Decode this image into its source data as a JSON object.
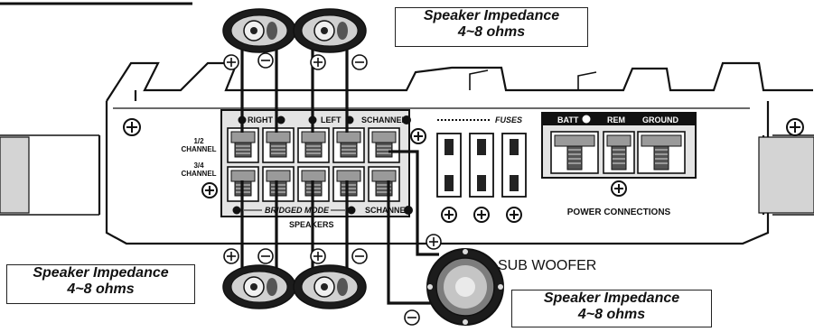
{
  "impedance_boxes": [
    {
      "line1": "Speaker Impedance",
      "line2": "4~8 ohms"
    },
    {
      "line1": "Speaker Impedance",
      "line2": "4~8 ohms"
    },
    {
      "line1": "Speaker Impedance",
      "line2": "4~8 ohms"
    }
  ],
  "labels": {
    "right": "RIGHT",
    "left": "LEFT",
    "schannel": "SCHANNEL",
    "channel_12": "1/2\nCHANNEL",
    "channel_34": "3/4\nCHANNEL",
    "bridged_mode": "BRIDGED MODE",
    "speakers": "SPEAKERS",
    "fuses": "FUSES",
    "batt": "BATT",
    "rem": "REM",
    "ground": "GROUND",
    "power_connections": "POWER CONNECTIONS",
    "sub_woofer": "SUB WOOFER"
  },
  "polarity": {
    "plus": "+",
    "minus": "−"
  },
  "colors": {
    "ink": "#111111",
    "panel": "#e6e6e6",
    "terminal": "#9a9a9a",
    "dark": "#1a1a1a",
    "paper": "#ffffff"
  }
}
